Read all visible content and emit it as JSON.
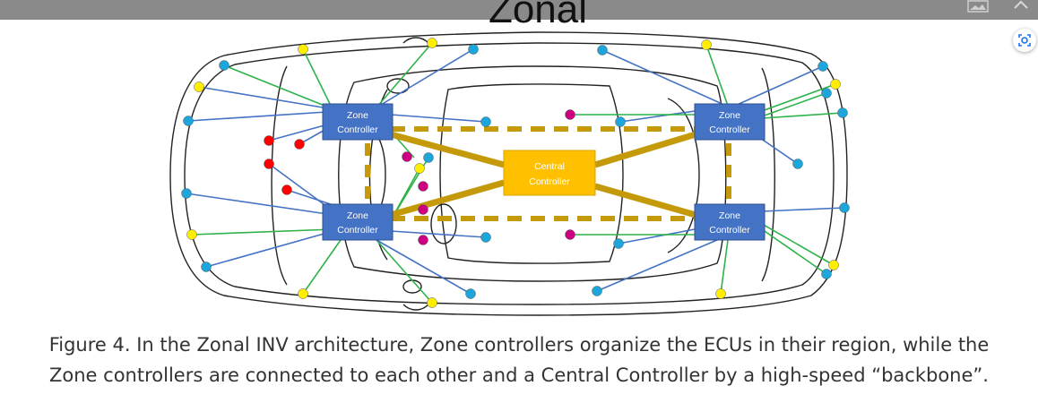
{
  "title": "Zonal",
  "caption": {
    "line1": "Figure 4. In the Zonal INV architecture, Zone controllers organize the ECUs in their region, while the",
    "line2": "Zone controllers are connected to each other and a Central Controller by a high-speed “backbone”."
  },
  "zone_controllers": [
    {
      "line1": "Zone",
      "line2": "Controller"
    },
    {
      "line1": "Zone",
      "line2": "Controller"
    },
    {
      "line1": "Zone",
      "line2": "Controller"
    },
    {
      "line1": "Zone",
      "line2": "Controller"
    }
  ],
  "central_controller": {
    "line1": "Central",
    "line2": "Controller"
  },
  "icons": {
    "toolbar_left": "image-icon",
    "toolbar_right": "chevron-up-icon",
    "lens": "visual-search-icon"
  },
  "colors": {
    "zone_box": "#4472c4",
    "central_box": "#ffc000",
    "backbone": "#c49a0a",
    "ecu_blue": "#1ca6dc",
    "ecu_yellow": "#ffee00",
    "ecu_red": "#ff0000",
    "ecu_magenta": "#cc0080",
    "link_green": "#2eb24a",
    "link_blue": "#4472c4"
  }
}
